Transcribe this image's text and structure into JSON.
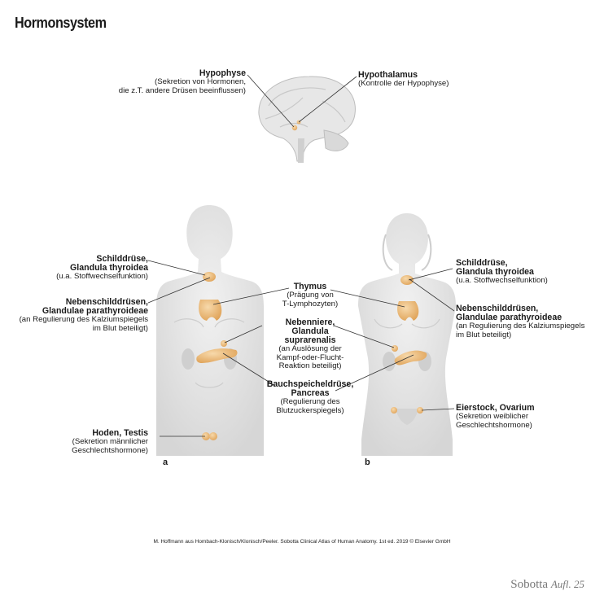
{
  "title": "Hormonsystem",
  "labels": {
    "hypophyse": {
      "head": "Hypophyse",
      "desc": [
        "(Sekretion von Hormonen,",
        "die z.T. andere Drüsen beeinflussen)"
      ]
    },
    "hypothalamus": {
      "head": "Hypothalamus",
      "desc": [
        "(Kontrolle der Hypophyse)"
      ]
    },
    "schild_a": {
      "head": [
        "Schilddrüse,",
        "Glandula thyroidea"
      ],
      "desc": [
        "(u.a. Stoffwechselfunktion)"
      ]
    },
    "neben_a": {
      "head": [
        "Nebenschilddrüsen,",
        "Glandulae parathyroideae"
      ],
      "desc": [
        "(an Regulierung des Kalziumspiegels",
        "im Blut beteiligt)"
      ]
    },
    "hoden": {
      "head": "Hoden, Testis",
      "desc": [
        "(Sekretion männlicher",
        "Geschlechtshormone)"
      ]
    },
    "thymus": {
      "head": "Thymus",
      "desc": [
        "(Prägung von",
        "T-Lymphozyten)"
      ]
    },
    "nebenniere": {
      "head": [
        "Nebenniere,",
        "Glandula",
        "suprarenalis"
      ],
      "desc": [
        "(an Auslösung der",
        "Kampf-oder-Flucht-",
        "Reaktion beteiligt)"
      ]
    },
    "pancreas": {
      "head": [
        "Bauchspeicheldrüse,",
        "Pancreas"
      ],
      "desc": [
        "(Regulierung des",
        "Blutzuckerspiegels)"
      ]
    },
    "schild_b": {
      "head": [
        "Schilddrüse,",
        "Glandula thyroidea"
      ],
      "desc": [
        "(u.a. Stoffwechselfunktion)"
      ]
    },
    "neben_b": {
      "head": [
        "Nebenschilddrüsen,",
        "Glandulae parathyroideae"
      ],
      "desc": [
        "(an Regulierung des Kalziumspiegels",
        "im Blut beteiligt)"
      ]
    },
    "ovar": {
      "head": "Eierstock, Ovarium",
      "desc": [
        "(Sekretion weiblicher",
        "Geschlechtshormone)"
      ]
    }
  },
  "panel_a": "a",
  "panel_b": "b",
  "credit": "M. Hoffmann aus Hombach-Klonisch/Klonisch/Peeler. Sobotta Clinical Atlas of Human Anatomy. 1st ed. 2019 © Elsevier GmbH",
  "brand": {
    "name": "Sobotta",
    "edition": "Aufl. 25"
  }
}
